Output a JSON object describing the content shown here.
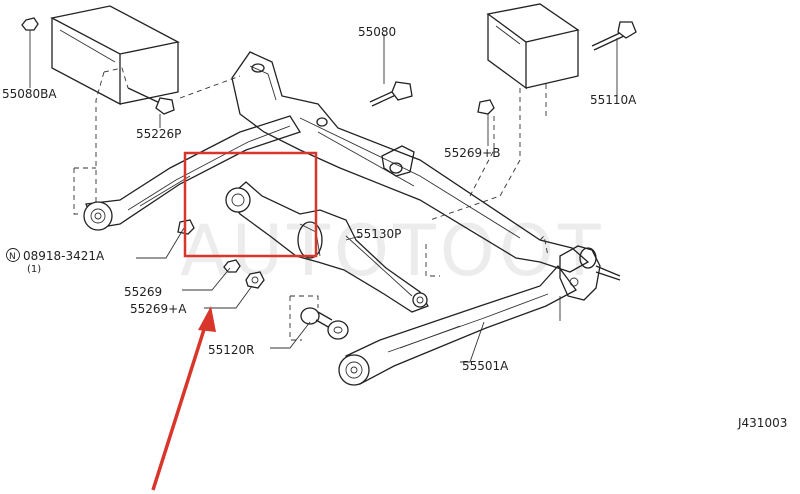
{
  "labels": {
    "p55080BA": "55080BA",
    "p55080": "55080",
    "p55110A": "55110A",
    "p55226P": "55226P",
    "p55269B": "55269+B",
    "p08918": "08918-3421A",
    "p08918_qty": "(1)",
    "p08918_prefix": "N",
    "p55130P": "55130P",
    "p55269": "55269",
    "p55269A": "55269+A",
    "p55120R": "55120R",
    "p55501A": "55501A",
    "diagram_code": "J431003"
  },
  "watermark": "AUTOTOOT",
  "colors": {
    "highlight_box": "#d9362b",
    "arrow": "#d9362b",
    "line": "#222222"
  }
}
